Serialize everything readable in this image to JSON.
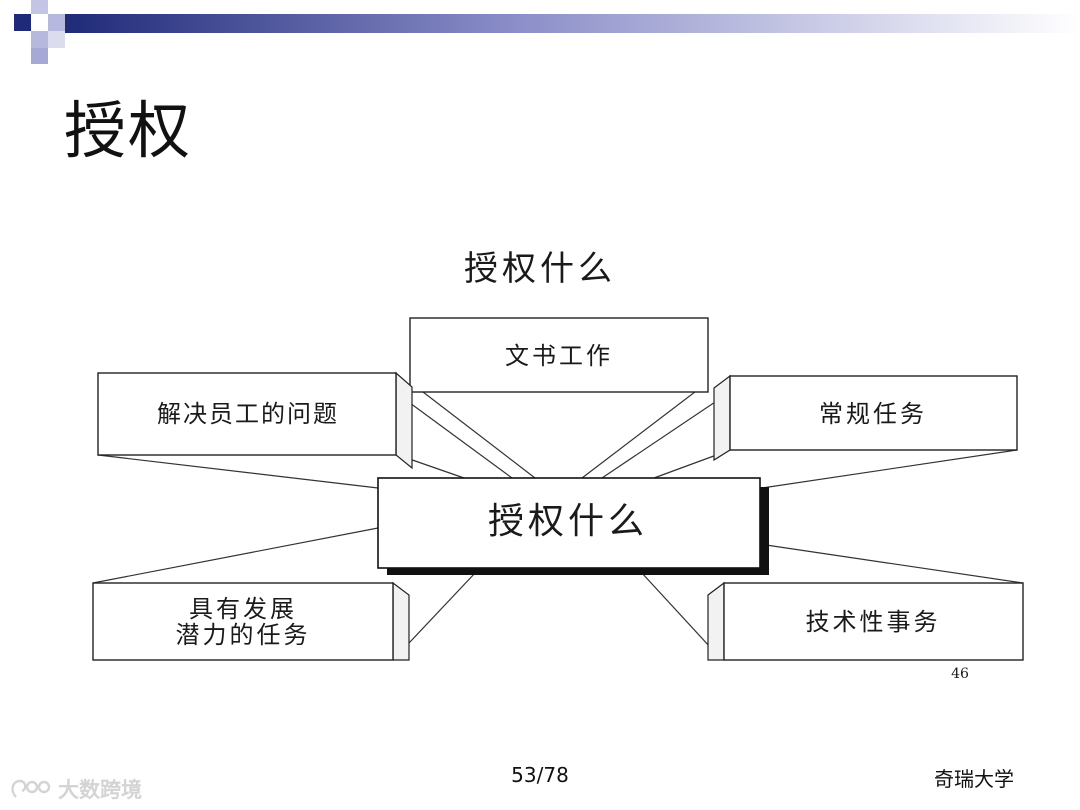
{
  "slide": {
    "title": "授权",
    "page_number": "53/78",
    "organization": "奇瑞大学",
    "watermark_text": "大数跨境"
  },
  "diagram": {
    "heading": "授权什么",
    "center": "授权什么",
    "boxes": {
      "top": "文书工作",
      "upper_left": "解决员工的问题",
      "upper_right": "常规任务",
      "lower_left_line1": "具有发展",
      "lower_left_line2": "潜力的任务",
      "lower_right": "技术性事务"
    },
    "figure_number": "46"
  },
  "colors": {
    "header_navy": "#1f2a78",
    "header_lavender": "#b7b8dd"
  }
}
